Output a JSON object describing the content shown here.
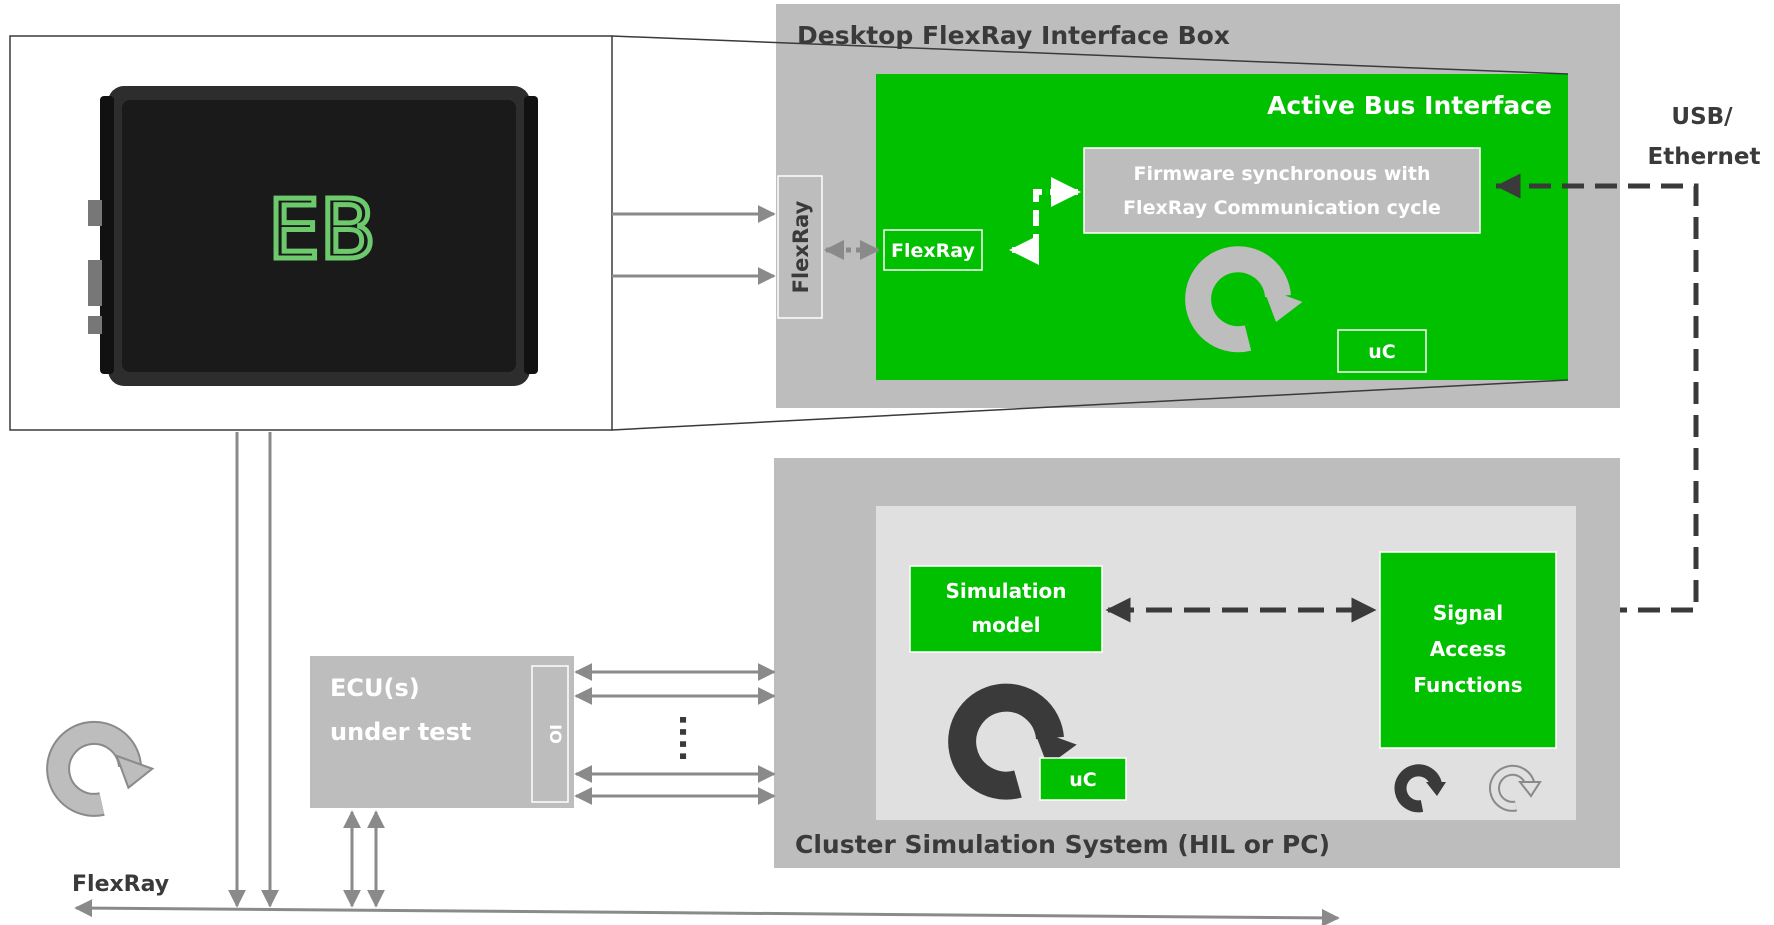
{
  "interface_box": {
    "title": "Desktop FlexRay Interface Box",
    "active_bus": {
      "title": "Active Bus Interface",
      "firmware_line1": "Firmware synchronous with",
      "firmware_line2": "FlexRay Communication cycle",
      "flexray_label": "FlexRay",
      "uc_label": "uC"
    },
    "side_flexray_label": "FlexRay"
  },
  "usb_label_line1": "USB/",
  "usb_label_line2": "Ethernet",
  "device_photo": {
    "logo_text": "EB"
  },
  "ecu": {
    "line1": "ECU(s)",
    "line2": "under test",
    "io_label": "IO",
    "ellipsis": "...."
  },
  "cluster": {
    "title": "Cluster Simulation System (HIL or PC)",
    "sim_model_line1": "Simulation",
    "sim_model_line2": "model",
    "signal_line1": "Signal",
    "signal_line2": "Access",
    "signal_line3": "Functions",
    "uc_label": "uC"
  },
  "bus_label": "FlexRay",
  "colors": {
    "green": "#00c000",
    "gray_box": "#bdbdbd",
    "light_gray": "#e0e0e0",
    "dark_gray": "#3a3a3a",
    "arrow_gray": "#8a8a8a"
  }
}
